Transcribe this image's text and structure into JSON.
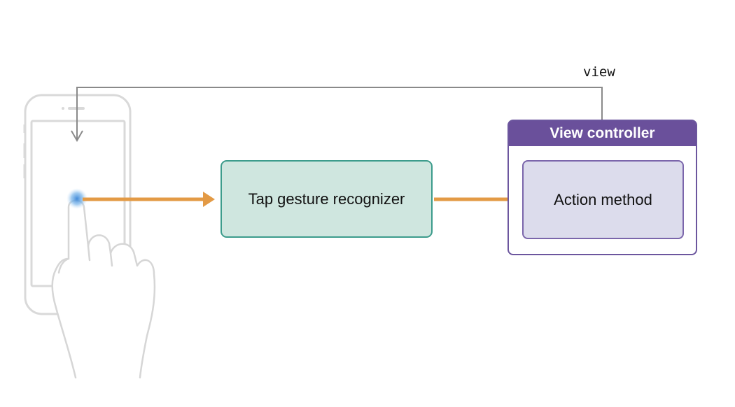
{
  "diagram": {
    "view_label": "view",
    "tap_box_label": "Tap gesture recognizer",
    "view_controller_title": "View controller",
    "action_box_label": "Action method"
  },
  "colors": {
    "arrow": "#e39a45",
    "connector": "#888888",
    "tap_fill": "#cfe6df",
    "tap_border": "#3d9c8c",
    "vc_header": "#6a509b",
    "action_fill": "#dcdcec",
    "device_outline": "#d8d8d8",
    "touch_highlight": "#8fc3ec"
  },
  "icons": [
    "phone-outline-icon",
    "hand-icon",
    "touch-indicator-icon"
  ]
}
